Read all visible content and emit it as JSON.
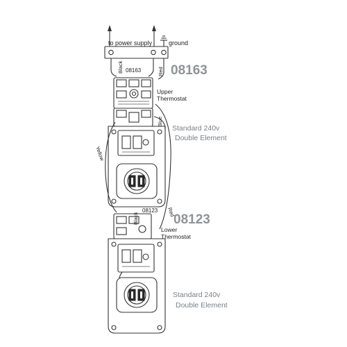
{
  "diagram": {
    "top_labels": {
      "power": "to power supply",
      "ground": "ground"
    },
    "wire_labels": {
      "black_top": "Black",
      "red_top": "Red",
      "blue": "Blue",
      "yellow": "Yellow",
      "red_side": "Red",
      "black_bottom": "Black"
    },
    "upper": {
      "part_number": "08163",
      "part_number_small": "08163",
      "thermostat_label_1": "Upper",
      "thermostat_label_2": "Thermostat",
      "element_label_1": "Standard 240v",
      "element_label_2": "Double Element"
    },
    "lower": {
      "part_number": "08123",
      "part_number_small": "08123",
      "thermostat_label_1": "Lower",
      "thermostat_label_2": "Thermostat",
      "element_label_1": "Standard 240v",
      "element_label_2": "Double Element"
    },
    "colors": {
      "line": "#333333",
      "part_number": "#8f9499",
      "element_label": "#7a7f84"
    }
  }
}
